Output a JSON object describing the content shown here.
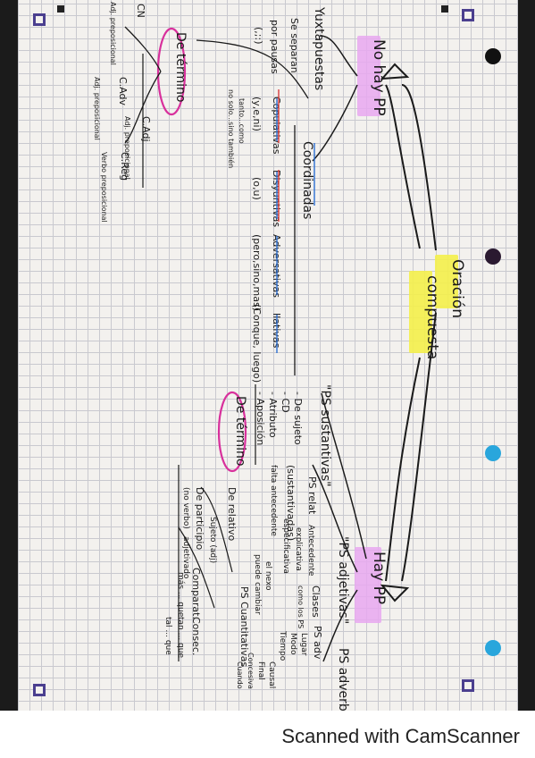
{
  "footer": {
    "watermark": "Scanned with CamScanner"
  },
  "notes": {
    "title_main": "Oración",
    "title_sub": "compuesta",
    "left_branch": "No hay PP",
    "right_branch": "Hay PP",
    "yuxtapuestas": "Yuxtapuestas",
    "separan": "Se separan",
    "pausas": "por pausas",
    "pausas_signs": "(,;:)",
    "coordinadas": "Coordinadas",
    "copulativas": "Copulativas",
    "copulativas_nexo": "(y,e,ni)",
    "copulativas_note1": "tanto...como",
    "copulativas_note2": "no solo...sino también",
    "disyuntivas": "Disyuntivas",
    "disyuntivas_nexo": "(o,u)",
    "adversativas": "Adversativas",
    "adversativas_nexo": "(pero,sino,mas)",
    "ilativas": "Ilativas",
    "ilativas_nexo": "(Conque, luego)",
    "de_termino_left": "De término",
    "cn": "CN",
    "cn_note": "Adj. preposicional",
    "cadv": "C.Adv",
    "cadv_note": "Adj. preposicional",
    "cadj": "C.Adj",
    "cadj_note": "Adj. preposicional",
    "creg": "C.Reg",
    "creg_note": "Verbo preposicional",
    "sustantivas": "\"PS sustantivas\"",
    "sust_1": "- De sujeto",
    "sust_2": "- CD",
    "sust_3": "- Atributo",
    "sust_4": "- Aposición",
    "de_termino_right": "De término",
    "adjetivas": "\"PS adjetivas\"",
    "adj_relat": "PS relat",
    "adj_ant": "Antecedente",
    "adj_expl": "explicativa",
    "adj_espec": "especificativa",
    "adj_sust": "(sustantivadas)",
    "adj_sust_note": "falta antecedente",
    "adj_clases": "Clases",
    "adj_clases_note": "como los PS",
    "adj_elnexo": "el nexo",
    "adj_puede": "puede cambiar",
    "adverbiales": "PS adverbiales",
    "adv_1": "PS adv",
    "adv_2": "Lugar",
    "adv_3": "Modo",
    "adv_4": "Tiempo",
    "adv_5": "Causal",
    "adv_6": "Final",
    "adv_7": "Concesiva",
    "adv_8": "Cuando",
    "comparativas": "PS Cuantitativas",
    "comp_1": "Comparat.",
    "comp_2": "Consec.",
    "comp_3": "más ... que",
    "comp_4": "tan ... que",
    "comp_5": "tal ... que",
    "relativo": "De relativo",
    "relativo_note": "Sujeto (adj)",
    "participio": "De participio",
    "participio_note": "adjetivado",
    "participio_2": "(no verbo)"
  }
}
